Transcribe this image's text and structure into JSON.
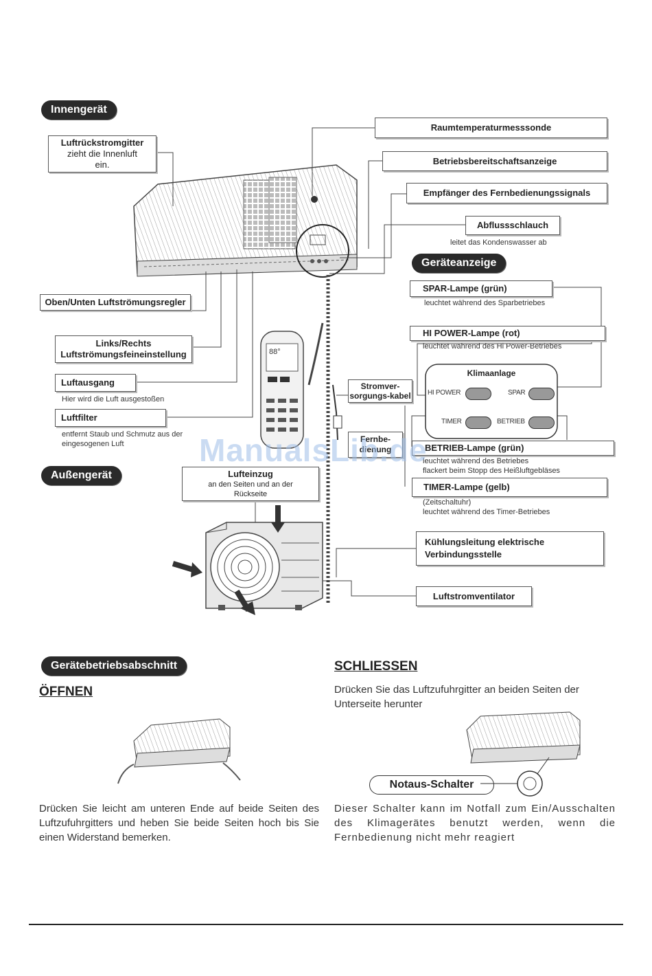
{
  "sections": {
    "indoor": "Innengerät",
    "display": "Geräteanzeige",
    "outdoor": "Außengerät",
    "operation": "Gerätebetriebsabschnitt"
  },
  "indoor_labels": {
    "return_grille_title": "Luftrückstromgitter",
    "return_grille_desc": "zieht die Innenluft ein.",
    "temp_sensor": "Raumtemperaturmesssonde",
    "standby_indicator": "Betriebsbereitschaftsanzeige",
    "remote_receiver": "Empfänger des Fernbedienungssignals",
    "drain_hose": "Abflussschlauch",
    "drain_hose_desc": "leitet das Kondenswasser ab",
    "updown_regulator": "Oben/Unten Luftströmungsregler",
    "leftright_fine": "Links/Rechts Luftströmungsfeineinstellung",
    "air_outlet": "Luftausgang",
    "air_outlet_desc": "Hier wird die Luft ausgestoßen",
    "air_filter": "Luftfilter",
    "air_filter_desc": "entfernt Staub und Schmutz aus der eingesogenen Luft",
    "power_cable": "Stromver-sorgungs-kabel",
    "remote_control": "Fernbe-dienung"
  },
  "display_labels": {
    "spar_lamp": "SPAR-Lampe (grün)",
    "spar_lamp_desc": "leuchtet während des Sparbetriebes",
    "hipower_lamp": "HI POWER-Lampe (rot)",
    "hipower_lamp_desc": "leuchtet während des Hi Power-Betriebes",
    "panel_title": "Klimaanlage",
    "btn_hipower": "HI POWER",
    "btn_spar": "SPAR",
    "btn_timer": "TIMER",
    "btn_betrieb": "BETRIEB",
    "betrieb_lamp": "BETRIEB-Lampe (grün)",
    "betrieb_lamp_desc1": "leuchtet während des Betriebes",
    "betrieb_lamp_desc2": "flackert beim Stopp des Heißluftgebläses",
    "timer_lamp": "TIMER-Lampe (gelb)",
    "timer_lamp_desc1": "(Zeitschaltuhr)",
    "timer_lamp_desc2": "leuchtet während des Timer-Betriebes"
  },
  "outdoor_labels": {
    "air_intake": "Lufteinzug",
    "air_intake_desc": "an den Seiten und an der Rückseite",
    "cooling_line": "Kühlungsleitung elektrische Verbindungsstelle",
    "fan": "Luftstromventilator"
  },
  "operation": {
    "open_heading": "ÖFFNEN",
    "open_text": "Drücken Sie leicht am unteren Ende auf beide Seiten des Luftzufuhrgitters und heben Sie beide Seiten hoch bis Sie einen Widerstand bemerken.",
    "close_heading": "SCHLIESSEN",
    "close_text": "Drücken Sie das Luftzufuhrgitter an beiden Seiten der Unterseite herunter",
    "emergency_switch": "Notaus-Schalter",
    "emergency_text": "Dieser Schalter kann im Notfall zum Ein/Ausschalten des Klimagerätes benutzt werden, wenn die Fernbedienung nicht mehr reagiert"
  },
  "watermark": "ManualsLib.de",
  "colors": {
    "pill_bg": "#2a2a2a",
    "watermark": "#9fbfe8"
  }
}
